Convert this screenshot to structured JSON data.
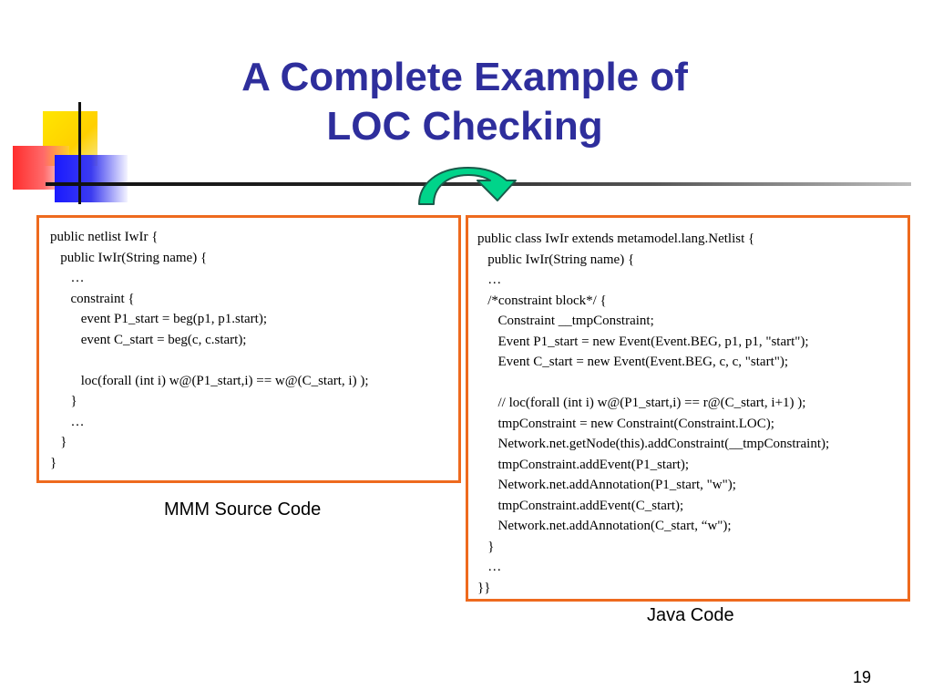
{
  "slide": {
    "title_line1": "A Complete Example of",
    "title_line2": "LOC Checking",
    "page_number": "19"
  },
  "left_panel": {
    "caption": "MMM Source Code",
    "lines": [
      "public netlist IwIr {",
      "   public IwIr(String name) {",
      "      …",
      "      constraint {",
      "         event P1_start = beg(p1, p1.start);",
      "         event C_start = beg(c, c.start);",
      "",
      "         loc(forall (int i) w@(P1_start,i) == w@(C_start, i) );",
      "      }",
      "      …",
      "   }",
      "}"
    ]
  },
  "right_panel": {
    "caption": "Java Code",
    "lines": [
      "public class IwIr extends metamodel.lang.Netlist {",
      "   public IwIr(String name) {",
      "   …",
      "   /*constraint block*/ {",
      "      Constraint __tmpConstraint;",
      "      Event P1_start = new Event(Event.BEG, p1, p1, \"start\");",
      "      Event C_start = new Event(Event.BEG, c, c, \"start\");",
      "",
      "      // loc(forall (int i) w@(P1_start,i) == r@(C_start, i+1) );",
      "      tmpConstraint = new Constraint(Constraint.LOC);",
      "      Network.net.getNode(this).addConstraint(__tmpConstraint);",
      "      tmpConstraint.addEvent(P1_start);",
      "      Network.net.addAnnotation(P1_start, \"w\");",
      "      tmpConstraint.addEvent(C_start);",
      "      Network.net.addAnnotation(C_start, “w\");",
      "   }",
      "   …",
      "}}"
    ]
  },
  "icons": {
    "transform_arrow": "curved-arrow-icon"
  },
  "colors": {
    "title": "#2e2e9c",
    "box_border": "#ee6a1e",
    "arrow_fill": "#00d48a",
    "arrow_stroke": "#1a5a4a"
  }
}
